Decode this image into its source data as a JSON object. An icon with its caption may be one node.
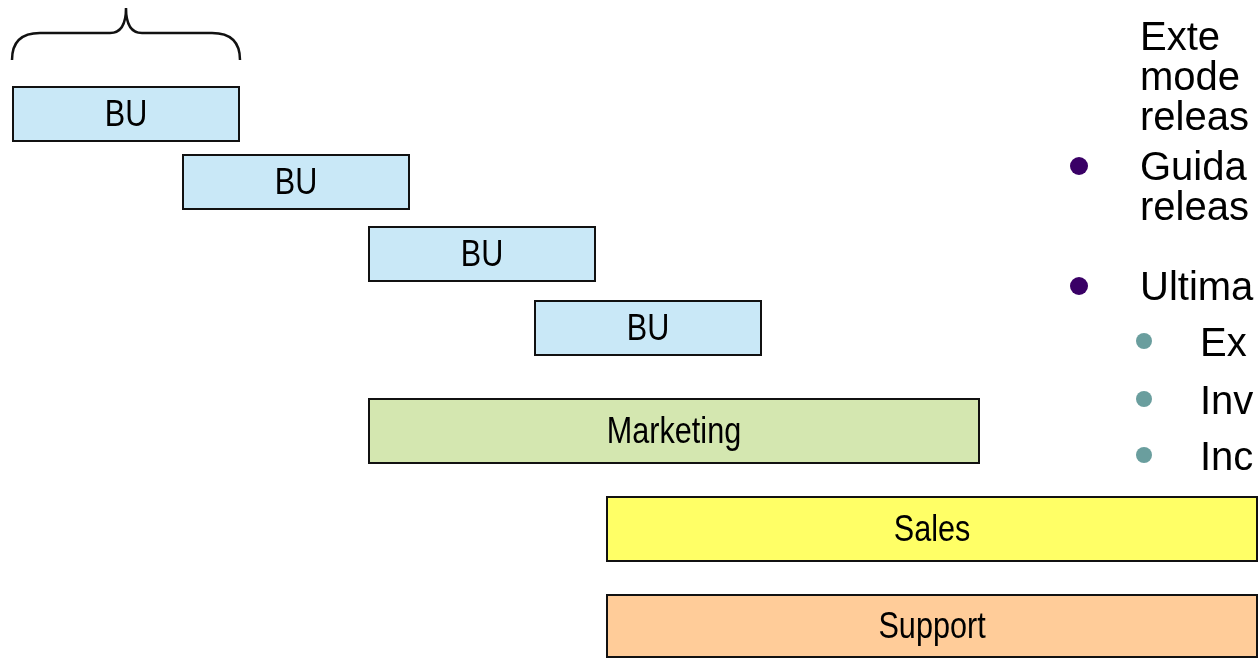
{
  "diagram": {
    "nodes": [
      {
        "text": [
          "BU"
        ]
      },
      {
        "text": [
          "BU"
        ]
      },
      {
        "text": [
          "BU"
        ]
      },
      {
        "text": [
          "BU"
        ]
      },
      {
        "text": [
          "Marketing"
        ]
      },
      {
        "text": [
          "Sales"
        ]
      },
      {
        "text": [
          "Support"
        ]
      }
    ],
    "labels": [
      "Exte mode releas",
      "Guida releas",
      "Ultima",
      "Ex",
      "Inv",
      "Inc"
    ]
  }
}
